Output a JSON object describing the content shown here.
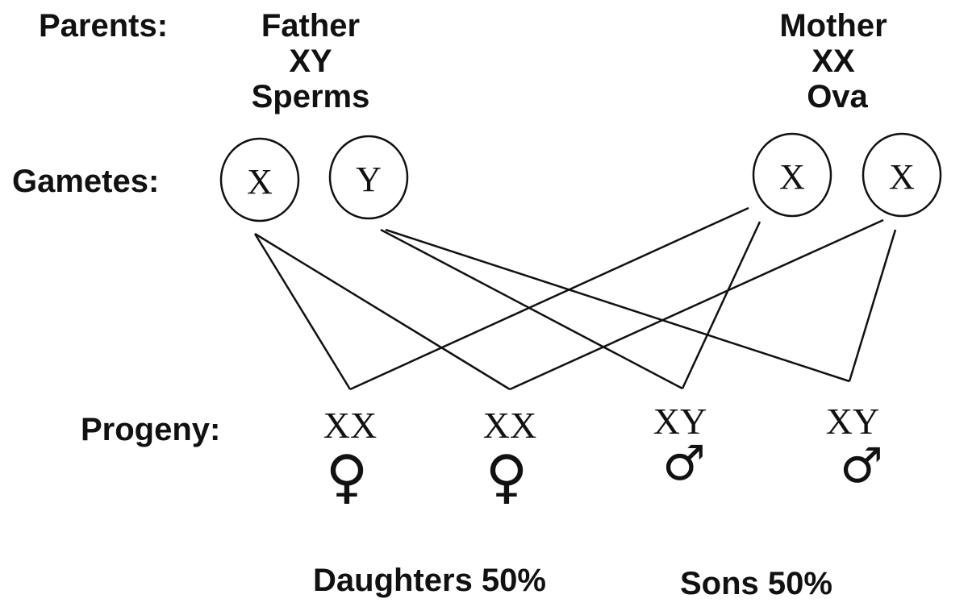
{
  "labels": {
    "parents": "Parents:",
    "gametes": "Gametes:",
    "progeny": "Progeny:"
  },
  "father": {
    "title": "Father",
    "genotype": "XY",
    "gamete_type": "Sperms",
    "gametes": [
      "X",
      "Y"
    ]
  },
  "mother": {
    "title": "Mother",
    "genotype": "XX",
    "gamete_type": "Ova",
    "gametes": [
      "X",
      "X"
    ]
  },
  "progeny": [
    {
      "genotype": "XX",
      "sex": "female",
      "symbol": "♀"
    },
    {
      "genotype": "XX",
      "sex": "female",
      "symbol": "♀"
    },
    {
      "genotype": "XY",
      "sex": "male",
      "symbol": "♂"
    },
    {
      "genotype": "XY",
      "sex": "male",
      "symbol": "♂"
    }
  ],
  "summary": {
    "daughters": "Daughters 50%",
    "sons": "Sons 50%"
  }
}
